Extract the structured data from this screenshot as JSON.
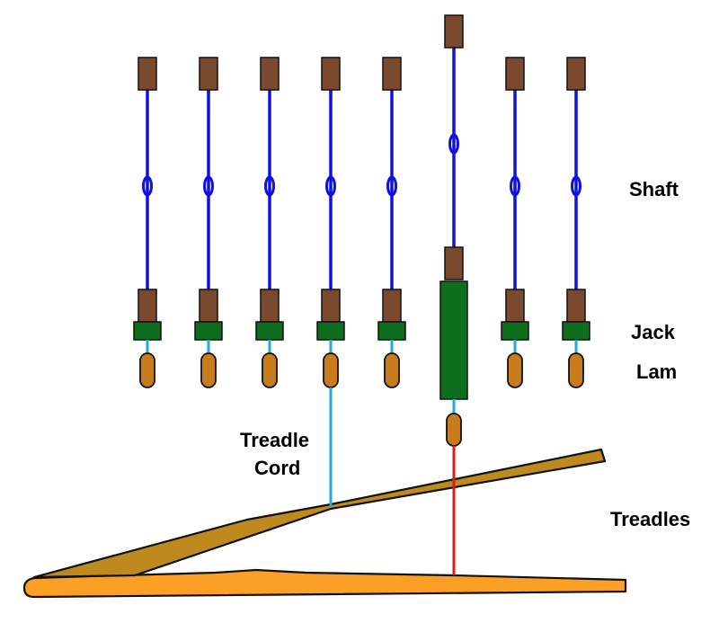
{
  "labels": {
    "shaft": "Shaft",
    "jack": "Jack",
    "lam": "Lam",
    "treadle_cord_line1": "Treadle",
    "treadle_cord_line2": "Cord",
    "treadles": "Treadles"
  },
  "colors": {
    "shaft_bar": "#7b4a2e",
    "heddle": "#1010e0",
    "jack": "#0d6e1e",
    "lam": "#c97c1c",
    "lam_link": "#23a8e0",
    "treadle_cord": "#23a8e0",
    "raised_cord": "#e01818",
    "upper_treadle": "#be8a1e",
    "lower_treadle": "#fba024",
    "outline": "#111111"
  },
  "shafts": [
    {
      "index": 1,
      "raised": false,
      "tied_to_treadle": false
    },
    {
      "index": 2,
      "raised": false,
      "tied_to_treadle": false
    },
    {
      "index": 3,
      "raised": false,
      "tied_to_treadle": false
    },
    {
      "index": 4,
      "raised": false,
      "tied_to_treadle": true
    },
    {
      "index": 5,
      "raised": false,
      "tied_to_treadle": false
    },
    {
      "index": 6,
      "raised": true,
      "tied_to_treadle": true
    },
    {
      "index": 7,
      "raised": false,
      "tied_to_treadle": false
    },
    {
      "index": 8,
      "raised": false,
      "tied_to_treadle": false
    }
  ]
}
